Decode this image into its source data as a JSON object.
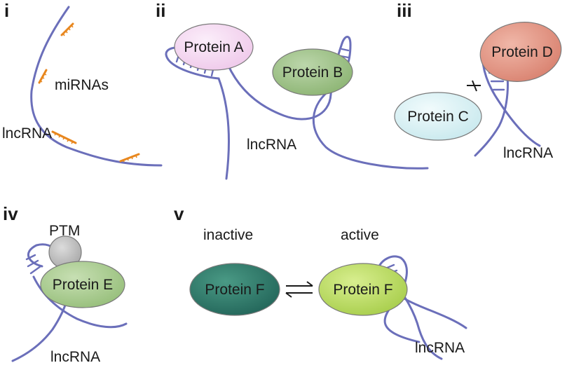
{
  "panels": {
    "i": {
      "label": "i",
      "mirnas_label": "miRNAs",
      "lncrna_label": "lncRNA"
    },
    "ii": {
      "label": "ii",
      "protein_a": "Protein A",
      "protein_b": "Protein B",
      "lncrna_label": "lncRNA"
    },
    "iii": {
      "label": "iii",
      "protein_c": "Protein C",
      "protein_d": "Protein D",
      "lncrna_label": "lncRNA"
    },
    "iv": {
      "label": "iv",
      "ptm_label": "PTM",
      "protein_e": "Protein E",
      "lncrna_label": "lncRNA"
    },
    "v": {
      "label": "v",
      "inactive_label": "inactive",
      "active_label": "active",
      "protein_f_inactive": "Protein F",
      "protein_f_active": "Protein F",
      "lncrna_label": "lncRNA"
    }
  },
  "colors": {
    "lncrna": "#6b6fba",
    "mirna": "#e8871e",
    "protein_a": "#f2d2ee",
    "protein_b": "#9fc18a",
    "protein_c": "#d8f1f4",
    "protein_d": "#e2907f",
    "protein_e": "#a9cc8f",
    "protein_f_inactive": "#2f7a66",
    "protein_f_active": "#bcdc6a",
    "ptm": "#c4c4c4"
  }
}
